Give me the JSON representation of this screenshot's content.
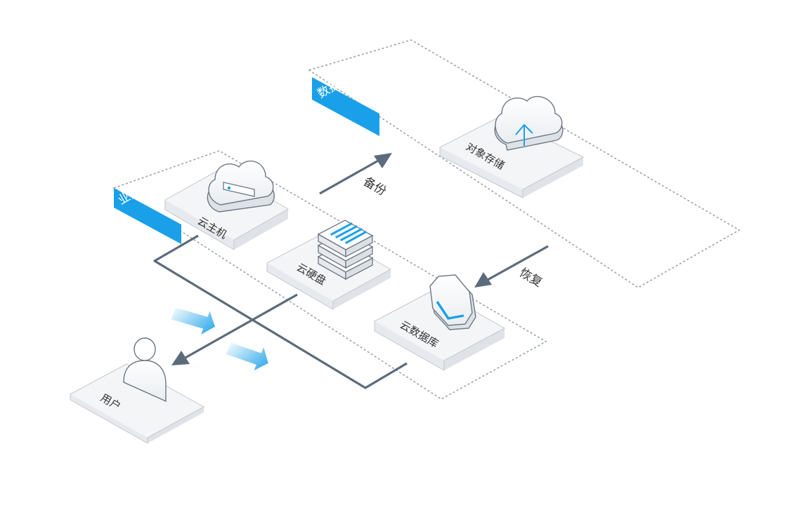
{
  "labels": {
    "business_system": "业务系统",
    "data_backup": "数据备份",
    "cloud_host": "云主机",
    "cloud_disk": "云硬盘",
    "cloud_database": "云数据库",
    "object_storage": "对象存储",
    "user": "用户",
    "backup": "备份",
    "restore": "恢复"
  },
  "colors": {
    "accent": "#1aa0e8",
    "arrow": "#5b6b7c",
    "tile_fill": "#f3f4f6",
    "tile_stroke": "#b8bec6",
    "dashed": "#9aa3ad",
    "icon_stroke": "#6d7884",
    "text": "#333333",
    "tag_text": "#ffffff"
  },
  "icons": {
    "cloud_host": "cloud-server-icon",
    "cloud_disk": "disk-stack-icon",
    "cloud_database": "database-hexagon-icon",
    "object_storage": "cloud-upload-icon",
    "user": "user-icon"
  }
}
